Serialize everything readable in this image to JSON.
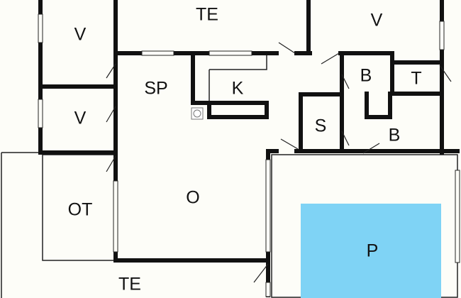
{
  "plan": {
    "rooms": {
      "terrace_top": "TE",
      "bedroom_top_left": "V",
      "bedroom_top_right": "V",
      "bedroom_mid_left": "V",
      "dining": "SP",
      "kitchen": "K",
      "bath_1": "B",
      "toilet": "T",
      "sauna": "S",
      "bath_2": "B",
      "utility": "OT",
      "living": "O",
      "pool": "P",
      "terrace_bottom": "TE"
    },
    "colors": {
      "pool": "#7fd3f5",
      "walls": "#111111",
      "background": "#fdfdf8"
    },
    "icons": {
      "stove": "stove-icon"
    }
  }
}
